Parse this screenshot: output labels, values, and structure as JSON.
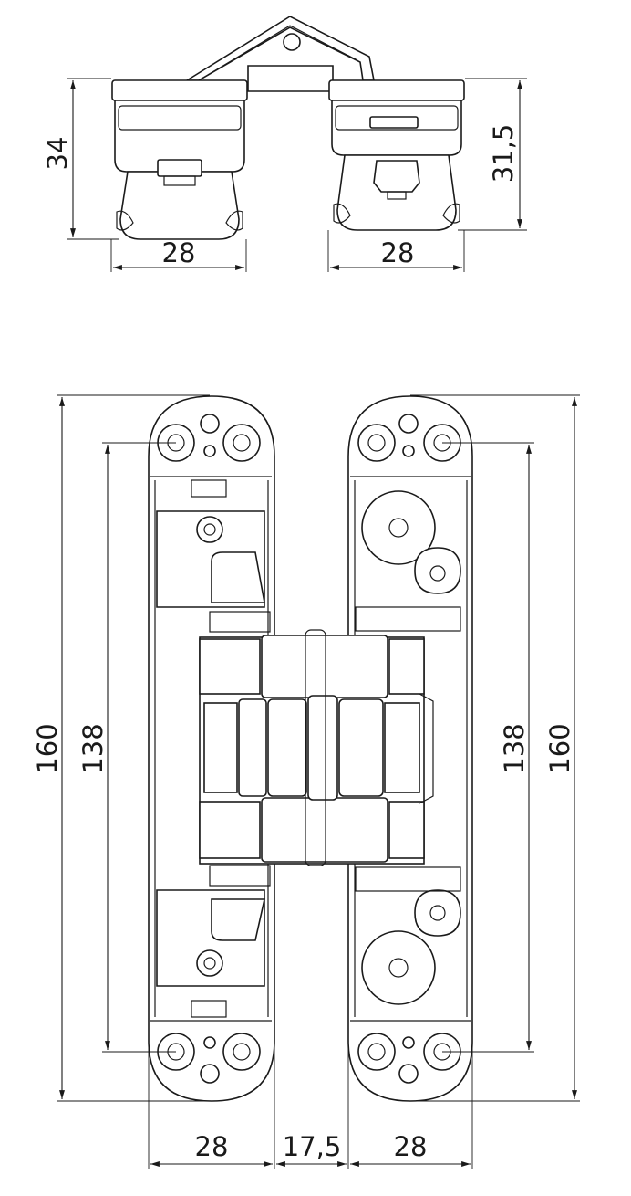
{
  "drawing": {
    "top_view": {
      "left_width": "28",
      "right_width": "28",
      "left_height": "34",
      "right_height": "31,5"
    },
    "front_view": {
      "overall_height_left": "160",
      "hole_spacing_left": "138",
      "hole_spacing_right": "138",
      "overall_height_right": "160",
      "bottom_left_width": "28",
      "bottom_gap": "17,5",
      "bottom_right_width": "28"
    }
  }
}
